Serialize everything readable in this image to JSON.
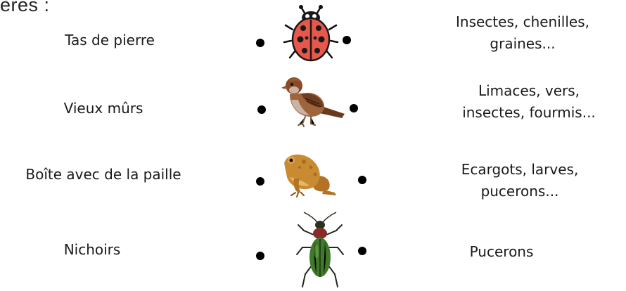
{
  "header": {
    "fragment": "ères :"
  },
  "rows": [
    {
      "place": "Tas de pierre",
      "animal_icon": "ladybug-icon",
      "food_lines": [
        "Insectes, chenilles,",
        "graines..."
      ]
    },
    {
      "place": "Vieux mûrs",
      "animal_icon": "sparrow-icon",
      "food_lines": [
        "Limaces, vers,",
        "insectes, fourmis..."
      ]
    },
    {
      "place": "Boîte avec de la paille",
      "animal_icon": "toad-icon",
      "food_lines": [
        "Ecargots, larves,",
        "pucerons..."
      ]
    },
    {
      "place": "Nichoirs",
      "animal_icon": "ground-beetle-icon",
      "food_lines": [
        "Pucerons"
      ]
    }
  ],
  "colors": {
    "ladybug_red": "#e9574a",
    "sparrow_brown": "#8a4a28",
    "toad_ochre": "#c98b32",
    "beetle_green": "#3f7a2a"
  }
}
